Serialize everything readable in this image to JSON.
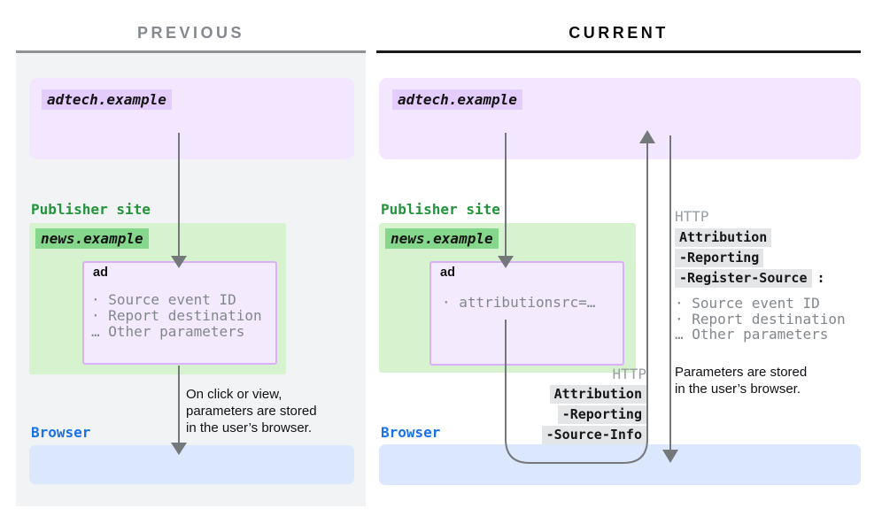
{
  "header": {
    "previous_title": "PREVIOUS",
    "current_title": "CURRENT"
  },
  "previous": {
    "adtech_domain": "adtech.example",
    "publisher_label": "Publisher site",
    "news_domain": "news.example",
    "ad_title": "ad",
    "ad_params": [
      "· Source event ID",
      "· Report destination",
      "… Other parameters"
    ],
    "note_lines": [
      "On click or view,",
      "parameters are stored",
      "in the user’s browser."
    ],
    "browser_label": "Browser"
  },
  "current": {
    "adtech_domain": "adtech.example",
    "publisher_label": "Publisher site",
    "news_domain": "news.example",
    "ad_title": "ad",
    "ad_params": [
      "· attributionsrc=…"
    ],
    "request": {
      "protocol": "HTTP",
      "header_lines": [
        "Attribution",
        "-Reporting",
        "-Source-Info"
      ]
    },
    "response": {
      "protocol": "HTTP",
      "header_lines": [
        "Attribution",
        "-Reporting",
        "-Register-Source"
      ],
      "colon": ":",
      "params": [
        "· Source event ID",
        "· Report destination",
        "… Other parameters"
      ]
    },
    "note_lines": [
      "Parameters are stored",
      "in the user’s browser."
    ],
    "browser_label": "Browser"
  },
  "colors": {
    "panel_background": "#f1f3f4",
    "adtech_box": "#f2e7fe",
    "adtech_chip": "#e4ccfc",
    "ad_box_border": "#d9b1fa",
    "publisher_box": "#d6f2cf",
    "news_chip": "#85d78b",
    "publisher_text": "#23943c",
    "browser_text": "#1a73e8",
    "browser_box": "#dbe7fd",
    "header_chip": "#e3e5e7",
    "muted_text": "#82878c",
    "http_text": "#9aa0a6",
    "arrow": "#75787b",
    "current_rule": "#1a1a1a",
    "previous_rule": "#8e9295"
  }
}
